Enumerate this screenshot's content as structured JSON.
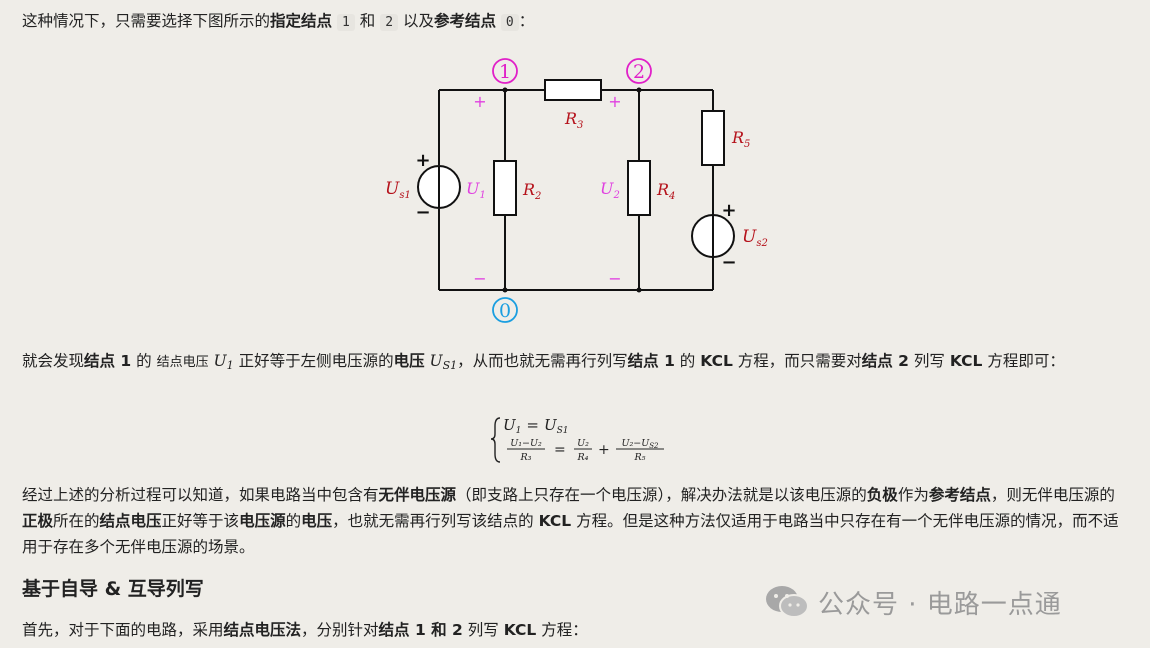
{
  "intro": {
    "t1": "这种情况下，只需要选择下图所示的",
    "b1": "指定结点",
    "c1": "1",
    "t2": "和",
    "c2": "2",
    "t3": "以及",
    "b2": "参考结点",
    "c3": "0",
    "t4": "："
  },
  "circuit": {
    "node1": "1",
    "node2": "2",
    "node0": "0",
    "R2": "R",
    "R2s": "2",
    "R3": "R",
    "R3s": "3",
    "R4": "R",
    "R4s": "4",
    "R5": "R",
    "R5s": "5",
    "Us1": "U",
    "Us1s": "s1",
    "Us2": "U",
    "Us2s": "s2",
    "U1": "U",
    "U1s": "1",
    "U2": "U",
    "U2s": "2",
    "plus": "+",
    "minus": "−",
    "colors": {
      "wire": "#111111",
      "node": "#e020c8",
      "ground": "#1a9ee0",
      "label": "#b5121b",
      "voltage": "#e040e0"
    }
  },
  "para2": {
    "t1": "就会发现",
    "b1": "结点 1",
    "t2": "的",
    "small1": "结点电压",
    "m1": "U",
    "m1s": "1",
    "t3": "正好等于左侧电压源的",
    "b2": "电压",
    "m2": "U",
    "m2s": "S1",
    "t4": "，从而也就无需再行列写",
    "b3": "结点 1",
    "t5": "的",
    "b4": "KCL",
    "t6": "方程，而只需要对",
    "b5": "结点 2",
    "t7": "列写",
    "b6": "KCL",
    "t8": "方程即可："
  },
  "equation": {
    "l1a": "U",
    "l1as": "1",
    "l1eq": "=",
    "l1b": "U",
    "l1bs": "S1",
    "f1n": "U₁−U₂",
    "f1d": "R₃",
    "eq": "=",
    "f2n": "U₂",
    "f2d": "R₄",
    "plus": "+",
    "f3n": "U₂−U",
    "f3ns": "S2",
    "f3d": "R₅"
  },
  "para3": {
    "t1": "经过上述的分析过程可以知道，如果电路当中包含有",
    "b1": "无伴电压源",
    "t2": "（即支路上只存在一个电压源），解决办法就是以该电压源的",
    "b2": "负极",
    "t3": "作为",
    "b3": "参考结点",
    "t4": "，则无伴电压源的",
    "b4": "正极",
    "t5": "所在的",
    "b5": "结点电压",
    "t6": "正好等于该",
    "b6": "电压源",
    "t7": "的",
    "b7": "电压",
    "t8": "，也就无需再行列写该结点的",
    "b8": "KCL",
    "t9": "方程。但是这种方法仅适用于电路当中只存在有一个无伴电压源的情况，而不适用于存在多个无伴电压源的场景。"
  },
  "heading": "基于自导 & 互导列写",
  "para4": {
    "t1": "首先，对于下面的电路，采用",
    "b1": "结点电压法",
    "t2": "，分别针对",
    "b2": "结点 1 和 2",
    "t3": "列写",
    "b3": "KCL",
    "t4": "方程："
  },
  "watermark": {
    "text": "公众号 · 电路一点通",
    "icon": "wechat-icon"
  }
}
